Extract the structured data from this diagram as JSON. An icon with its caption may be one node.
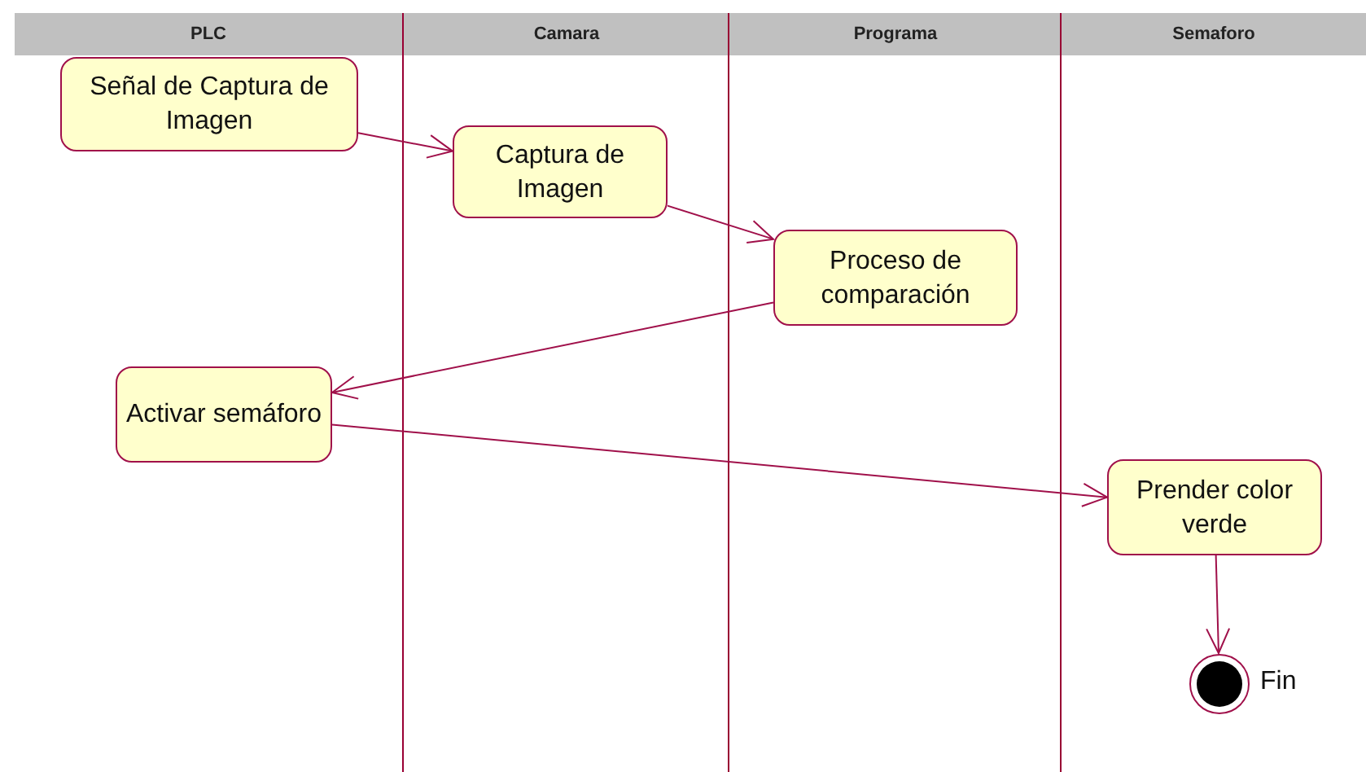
{
  "diagram": {
    "nodes": [
      {
        "text": [
          "PLC"
        ]
      },
      {
        "text": [
          "Camara"
        ]
      },
      {
        "text": [
          "Programa"
        ]
      },
      {
        "text": [
          "Semaforo"
        ]
      },
      {
        "text": [
          "Señal de Captura de Imagen"
        ],
        "in": 0
      },
      {
        "text": [
          "Captura de Imagen"
        ],
        "in": 1
      },
      {
        "text": [
          "Proceso de comparación"
        ],
        "in": 2
      },
      {
        "text": [
          "Activar semáforo"
        ],
        "in": 0
      },
      {
        "text": [
          "Prender color verde"
        ],
        "in": 3
      },
      {
        "text": [],
        "shape": "circle",
        "in": 3,
        "beside": [
          "Fin"
        ]
      }
    ],
    "edges": [
      {
        "from": 4,
        "to": 5,
        "arrow": "to"
      },
      {
        "from": 5,
        "to": 6,
        "arrow": "to"
      },
      {
        "from": 6,
        "to": 7,
        "arrow": "to"
      },
      {
        "from": 7,
        "to": 8,
        "arrow": "to"
      },
      {
        "from": 8,
        "to": 9,
        "arrow": "to"
      }
    ]
  }
}
